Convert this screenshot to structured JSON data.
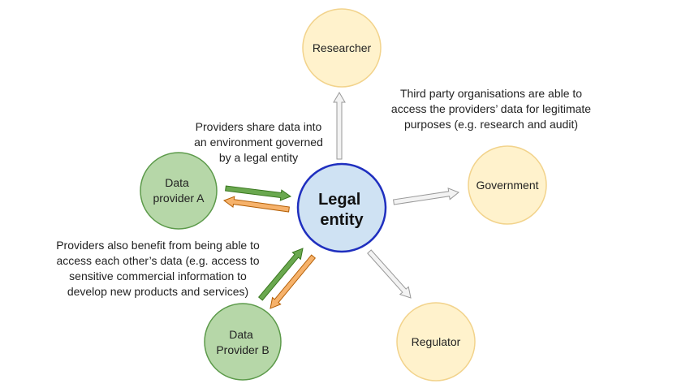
{
  "nodes": {
    "researcher": {
      "label": [
        "Researcher"
      ]
    },
    "government": {
      "label": [
        "Government"
      ]
    },
    "regulator": {
      "label": [
        "Regulator"
      ]
    },
    "provider_a": {
      "label": [
        "Data",
        "provider A"
      ]
    },
    "provider_b": {
      "label": [
        "Data",
        "Provider B"
      ]
    },
    "legal_entity": {
      "label": [
        "Legal",
        "entity"
      ]
    }
  },
  "annotations": {
    "share": [
      "Providers share data into",
      "an environment governed",
      "by a legal entity"
    ],
    "third_party": [
      "Third party organisations are able to",
      "access the providers’ data for legitimate",
      "purposes (e.g. research and audit)"
    ],
    "benefit": [
      "Providers also benefit from being able to",
      "access each other’s data (e.g. access to",
      "sensitive commercial information to",
      "develop new products and services)"
    ]
  },
  "colors": {
    "third_party_fill": "#fff2cc",
    "third_party_stroke": "#f2d38c",
    "provider_fill": "#b6d7a8",
    "provider_stroke": "#5c9a4a",
    "entity_fill": "#cfe2f3",
    "entity_stroke": "#1f2fbf",
    "arrow_green": "#6aa84f",
    "arrow_green_stroke": "#38761d",
    "arrow_orange": "#f6b26b",
    "arrow_orange_stroke": "#b45f06",
    "arrow_grey": "#f3f3f3",
    "arrow_grey_stroke": "#999999"
  }
}
